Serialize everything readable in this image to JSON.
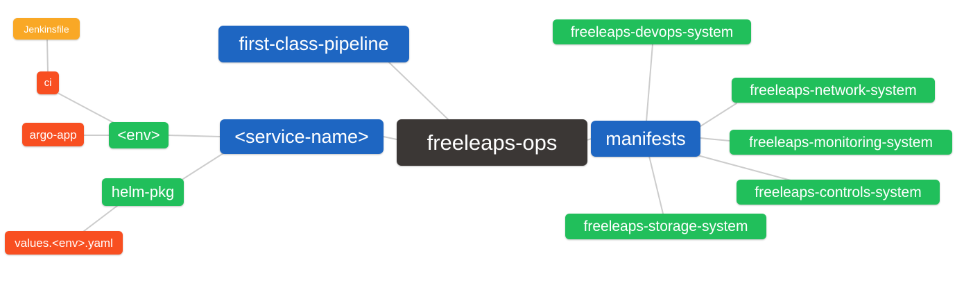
{
  "diagram": {
    "type": "mindmap",
    "background": "#ffffff",
    "edge_color": "#cccccc",
    "palette": {
      "root": "#3B3735",
      "branch_blue": "#1E66C2",
      "leaf_green": "#21BF5B",
      "leaf_red": "#F84F21",
      "leaf_orange": "#F9A826",
      "text": "#ffffff"
    },
    "nodes": [
      {
        "id": "jenkinsfile",
        "label": "Jenkinsfile",
        "color": "#F9A826"
      },
      {
        "id": "ci",
        "label": "ci",
        "color": "#F84F21"
      },
      {
        "id": "argo-app",
        "label": "argo-app",
        "color": "#F84F21"
      },
      {
        "id": "env",
        "label": "<env>",
        "color": "#21BF5B"
      },
      {
        "id": "helm-pkg",
        "label": "helm-pkg",
        "color": "#21BF5B"
      },
      {
        "id": "values-env-yaml",
        "label": "values.<env>.yaml",
        "color": "#F84F21"
      },
      {
        "id": "first-class-pipeline",
        "label": "first-class-pipeline",
        "color": "#1E66C2"
      },
      {
        "id": "service-name",
        "label": "<service-name>",
        "color": "#1E66C2"
      },
      {
        "id": "freeleaps-ops",
        "label": "freeleaps-ops",
        "color": "#3B3735"
      },
      {
        "id": "manifests",
        "label": "manifests",
        "color": "#1E66C2"
      },
      {
        "id": "devops-system",
        "label": "freeleaps-devops-system",
        "color": "#21BF5B"
      },
      {
        "id": "network-system",
        "label": "freeleaps-network-system",
        "color": "#21BF5B"
      },
      {
        "id": "monitoring-system",
        "label": "freeleaps-monitoring-system",
        "color": "#21BF5B"
      },
      {
        "id": "controls-system",
        "label": "freeleaps-controls-system",
        "color": "#21BF5B"
      },
      {
        "id": "storage-system",
        "label": "freeleaps-storage-system",
        "color": "#21BF5B"
      }
    ],
    "edges": [
      {
        "from": "jenkinsfile",
        "to": "ci"
      },
      {
        "from": "ci",
        "to": "env"
      },
      {
        "from": "argo-app",
        "to": "env"
      },
      {
        "from": "env",
        "to": "service-name"
      },
      {
        "from": "helm-pkg",
        "to": "service-name"
      },
      {
        "from": "values-env-yaml",
        "to": "helm-pkg"
      },
      {
        "from": "first-class-pipeline",
        "to": "freeleaps-ops"
      },
      {
        "from": "service-name",
        "to": "freeleaps-ops"
      },
      {
        "from": "freeleaps-ops",
        "to": "manifests"
      },
      {
        "from": "manifests",
        "to": "devops-system"
      },
      {
        "from": "manifests",
        "to": "network-system"
      },
      {
        "from": "manifests",
        "to": "monitoring-system"
      },
      {
        "from": "manifests",
        "to": "controls-system"
      },
      {
        "from": "manifests",
        "to": "storage-system"
      }
    ]
  }
}
